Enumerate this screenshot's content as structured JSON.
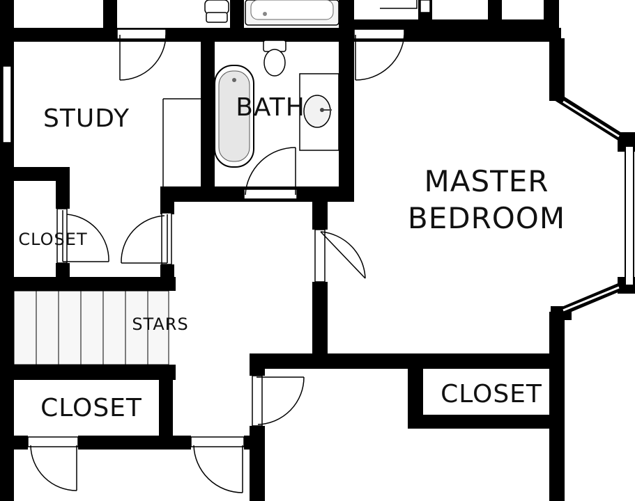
{
  "rooms": {
    "study": "STUDY",
    "bath": "BATH",
    "master_line1": "MASTER",
    "master_line2": "BEDROOM",
    "closet_left": "CLOSET",
    "stairs": "STARS",
    "closet_bottom_left": "CLOSET",
    "closet_right": "CLOSET"
  },
  "colors": {
    "wall": "#000000",
    "floor": "#ffffff",
    "fixture": "#e9e9e9"
  }
}
